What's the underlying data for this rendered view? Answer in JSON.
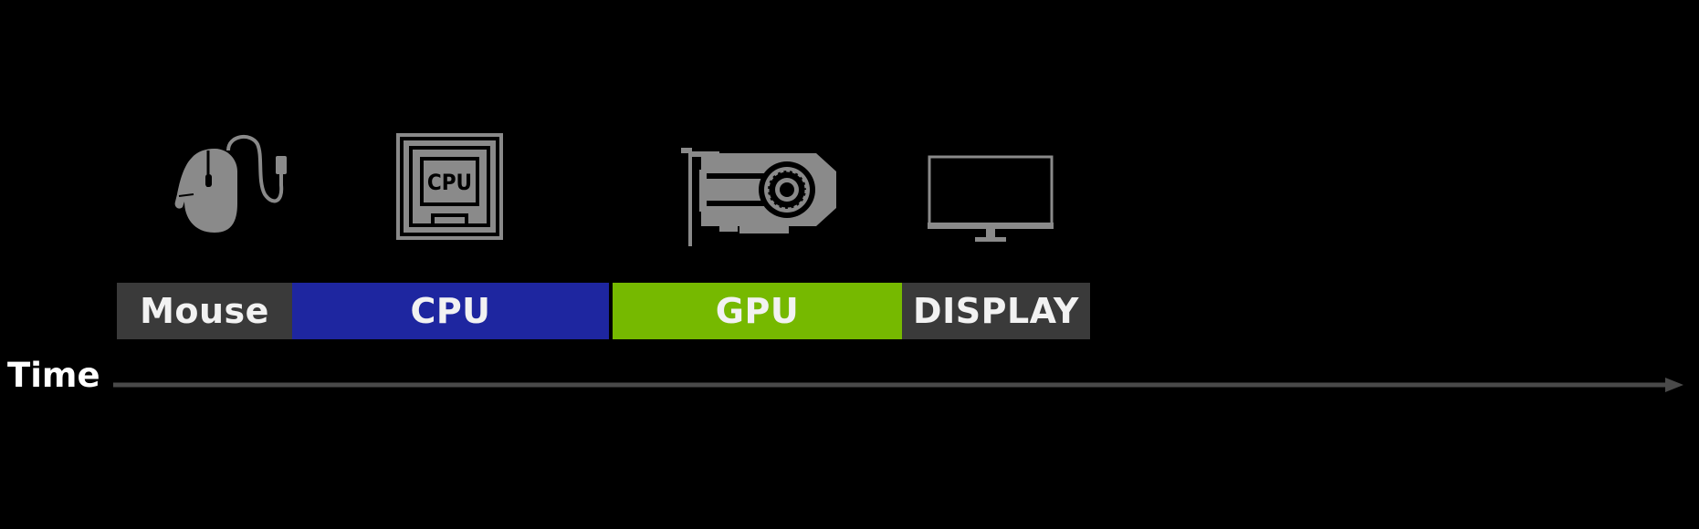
{
  "stages": [
    {
      "id": "mouse",
      "label": "Mouse",
      "color": "#3a3a3a",
      "icon": "mouse-icon"
    },
    {
      "id": "cpu",
      "label": "CPU",
      "color": "#1e26a0",
      "icon": "cpu-chip-icon",
      "icon_text": "CPU"
    },
    {
      "id": "gpu",
      "label": "GPU",
      "color": "#76b900",
      "icon": "graphics-card-icon"
    },
    {
      "id": "display",
      "label": "DISPLAY",
      "color": "#3a3a3a",
      "icon": "monitor-icon"
    }
  ],
  "timeline": {
    "label": "Time",
    "color": "#4a4a4a"
  },
  "icon_color": "#8a8a8a"
}
